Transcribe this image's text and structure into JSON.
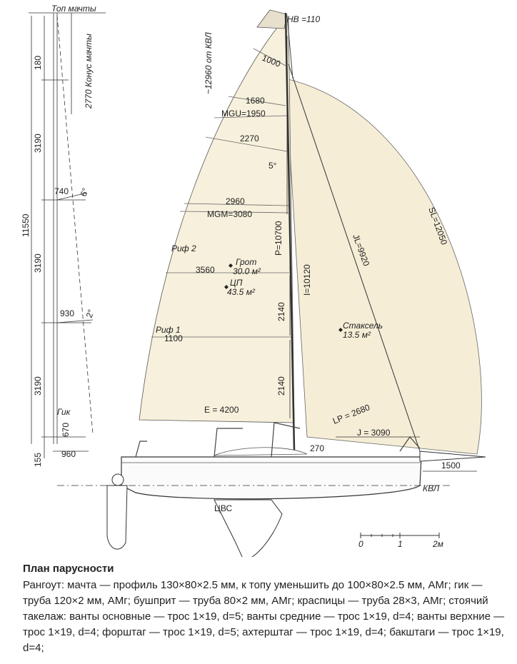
{
  "diagram": {
    "mast_side": {
      "mast_top": "Топ мачты",
      "taper_label": "2770 Конус мачты",
      "total_height": "11550",
      "segments": [
        "180",
        "3190",
        "3190",
        "3190",
        "670",
        "155"
      ],
      "spreaders": [
        "740",
        "930"
      ],
      "spreader_angles": [
        "6°",
        "2°"
      ],
      "boom_label": "Гик",
      "boom_length": "960"
    },
    "mainsail": {
      "hb": "HB =110",
      "luff_from_wl": "~12960 от КВЛ",
      "battens": [
        "1000",
        "1680",
        "MGU=1950",
        "2270",
        "2960",
        "MGM=3080",
        "3560",
        "1100"
      ],
      "angle": "5°",
      "reef2": "Риф 2",
      "reef1": "Риф 1",
      "grot_name": "Грот",
      "grot_area": "30.0 м²",
      "cp_name": "ЦП",
      "cp_area": "43.5 м²",
      "p": "P=10700",
      "i": "I=10120",
      "dim_2140_a": "2140",
      "dim_2140_b": "2140",
      "e": "E = 4200"
    },
    "foresail": {
      "sl": "SL=12050",
      "jl": "JL=9920",
      "name": "Стаксель",
      "area": "13.5 м²",
      "lp": "LP = 2680",
      "j": "J = 3090",
      "d270": "270",
      "d1500": "1500"
    },
    "hull": {
      "waterline": "КВЛ",
      "cvs": "ЦВС"
    },
    "scale": {
      "ticks": [
        "0",
        "1",
        "2м"
      ]
    },
    "colors": {
      "sail_fill": "#f5edd6",
      "line": "#333333"
    }
  },
  "caption": {
    "title": "План парусности",
    "body": "Рангоут: мачта — профиль 130×80×2.5 мм, к топу уменьшить до 100×80×2.5 мм, АМг; гик — труба 120×2 мм, АМг; бушприт — труба 80×2 мм, АМг; краспицы — труба 28×3, АМг; стоячий такелаж: ванты основные — трос 1×19, d=5; ванты средние — трос 1×19, d=4; ванты верхние — трос 1×19, d=4; форштаг — трос 1×19, d=5; ахтерштаг — трос 1×19, d=4; бакштаги — трос 1×19, d=4;"
  }
}
